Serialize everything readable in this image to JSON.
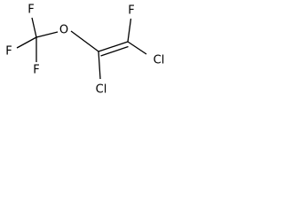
{
  "molecule": {
    "atoms": {
      "f_top": "F",
      "cl_right": "Cl",
      "cl_bottom": "Cl",
      "o": "O",
      "f_cf3_top": "F",
      "f_cf3_left": "F",
      "f_cf3_bottom": "F"
    },
    "colors": {
      "bond": "#000000",
      "label": "#000000",
      "background": "#ffffff"
    }
  }
}
